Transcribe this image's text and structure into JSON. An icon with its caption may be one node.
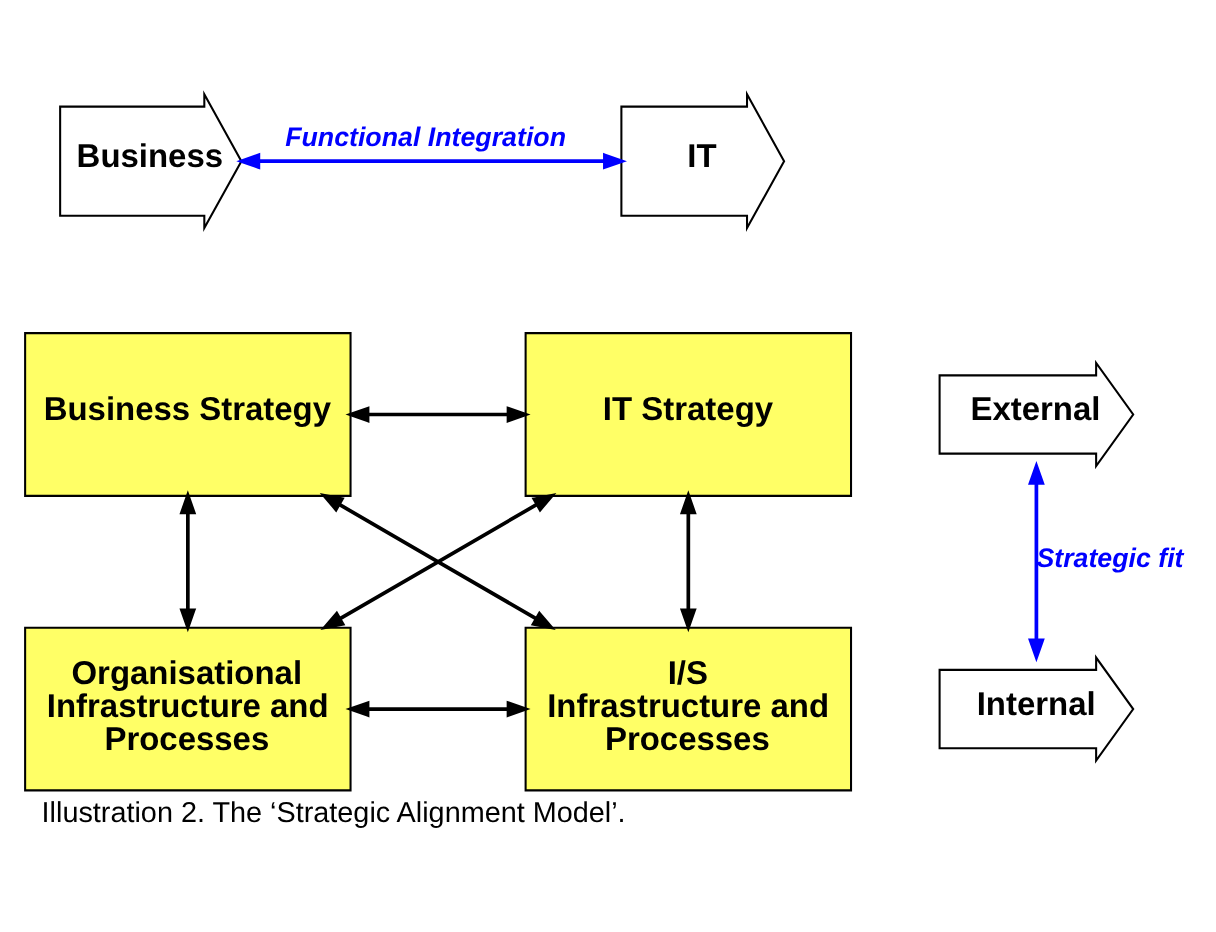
{
  "diagram": {
    "caption": "Illustration 2. The ‘Strategic Alignment Model’.",
    "nodes": [
      {
        "text": [
          "Business"
        ]
      },
      {
        "text": [
          "IT"
        ]
      },
      {
        "text": [
          "External"
        ]
      },
      {
        "text": [
          "Internal"
        ]
      },
      {
        "text": [
          "Business Strategy"
        ]
      },
      {
        "text": [
          "IT Strategy"
        ]
      },
      {
        "text": [
          "Organisational Infrastructure and Processes"
        ]
      },
      {
        "text": [
          "I/S Infrastructure and Processes"
        ]
      }
    ],
    "edges": [
      {
        "from": 0,
        "to": 1,
        "arrow": "both",
        "label": "Functional Integration",
        "color": "#0000ff"
      },
      {
        "from": 2,
        "to": 3,
        "arrow": "both",
        "label": "Strategic fit",
        "color": "#0000ff"
      },
      {
        "from": 4,
        "to": 5,
        "arrow": "both"
      },
      {
        "from": 4,
        "to": 6,
        "arrow": "both"
      },
      {
        "from": 5,
        "to": 7,
        "arrow": "both"
      },
      {
        "from": 6,
        "to": 7,
        "arrow": "both"
      },
      {
        "from": 4,
        "to": 7,
        "arrow": "both"
      },
      {
        "from": 5,
        "to": 6,
        "arrow": "both"
      }
    ]
  }
}
